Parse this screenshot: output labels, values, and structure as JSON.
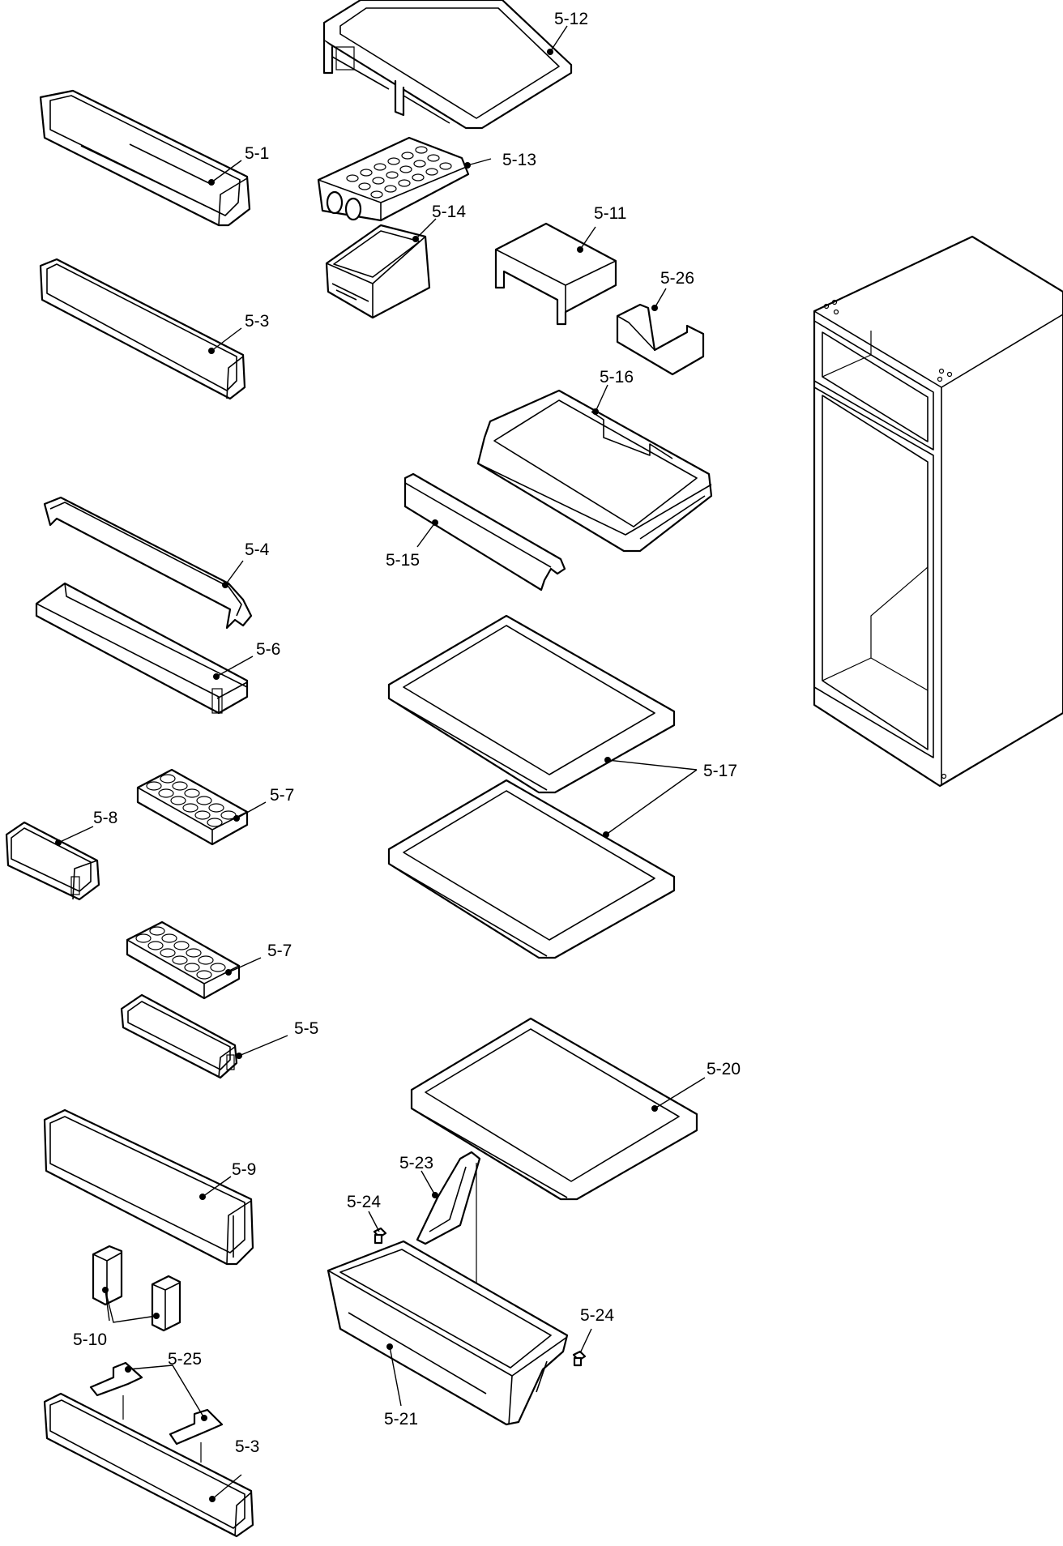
{
  "labels": {
    "p5_1": "5-1",
    "p5_3a": "5-3",
    "p5_3b": "5-3",
    "p5_4": "5-4",
    "p5_5": "5-5",
    "p5_6": "5-6",
    "p5_7a": "5-7",
    "p5_7b": "5-7",
    "p5_8": "5-8",
    "p5_9": "5-9",
    "p5_10": "5-10",
    "p5_11": "5-11",
    "p5_12": "5-12",
    "p5_13": "5-13",
    "p5_14": "5-14",
    "p5_15": "5-15",
    "p5_16": "5-16",
    "p5_17": "5-17",
    "p5_20": "5-20",
    "p5_21": "5-21",
    "p5_23": "5-23",
    "p5_24a": "5-24",
    "p5_24b": "5-24",
    "p5_25": "5-25",
    "p5_26": "5-26"
  }
}
